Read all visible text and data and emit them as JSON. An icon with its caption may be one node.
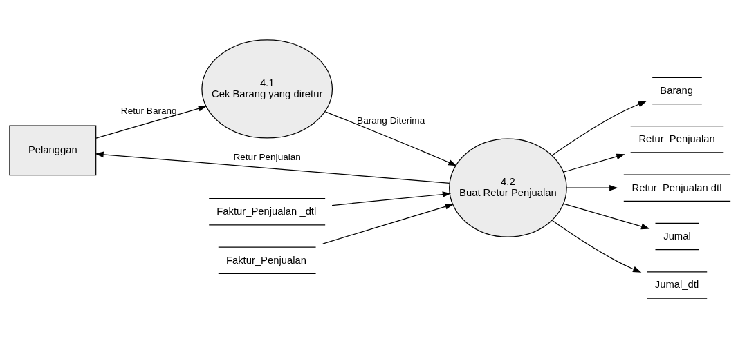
{
  "diagram": {
    "nodes": [
      {
        "text": [
          "Pelanggan"
        ]
      },
      {
        "text": [
          "4.1",
          "Cek Barang yang diretur"
        ]
      },
      {
        "text": [
          "4.2",
          "Buat Retur Penjualan"
        ]
      },
      {
        "text": [
          "Faktur_Penjualan _dtl"
        ]
      },
      {
        "text": [
          "Faktur_Penjualan"
        ]
      },
      {
        "text": [
          "Barang"
        ]
      },
      {
        "text": [
          "Retur_Penjualan"
        ]
      },
      {
        "text": [
          "Retur_Penjualan dtl"
        ]
      },
      {
        "text": [
          "Jumal"
        ]
      },
      {
        "text": [
          "Jumal_dtl"
        ]
      }
    ],
    "edges": [
      {
        "from": 0,
        "to": 1,
        "arrow": "to",
        "label": "Retur Barang"
      },
      {
        "from": 1,
        "to": 2,
        "arrow": "to",
        "label": "Barang Diterima"
      },
      {
        "from": 2,
        "to": 0,
        "arrow": "to",
        "label": "Retur Penjualan"
      },
      {
        "from": 3,
        "to": 2,
        "arrow": "to"
      },
      {
        "from": 4,
        "to": 2,
        "arrow": "to"
      },
      {
        "from": 2,
        "to": 5,
        "arrow": "to"
      },
      {
        "from": 2,
        "to": 6,
        "arrow": "to"
      },
      {
        "from": 2,
        "to": 7,
        "arrow": "to"
      },
      {
        "from": 2,
        "to": 8,
        "arrow": "to"
      },
      {
        "from": 2,
        "to": 9,
        "arrow": "to"
      }
    ]
  }
}
